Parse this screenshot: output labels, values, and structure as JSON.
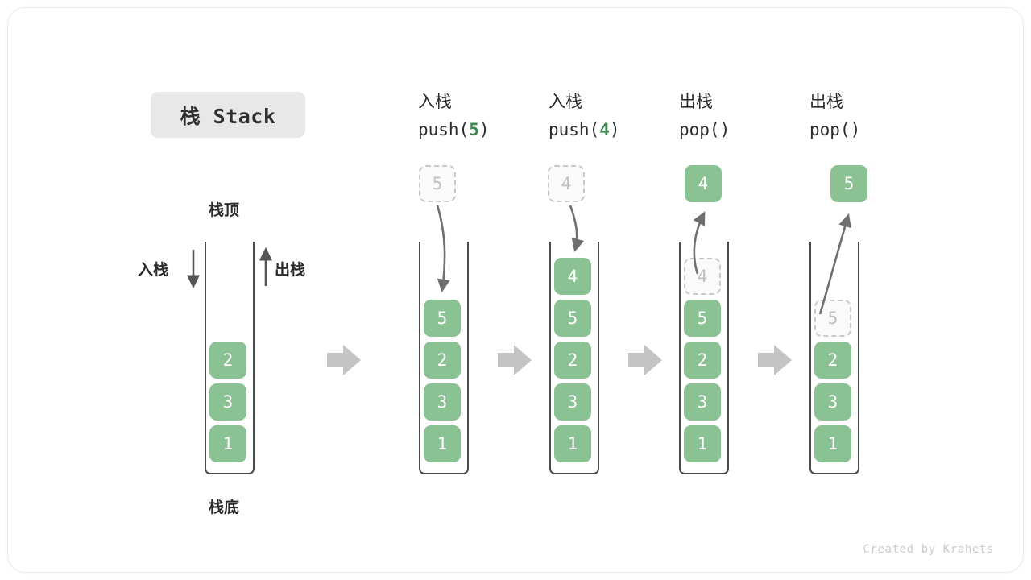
{
  "card": {
    "background": "#ffffff",
    "border_color": "#ebebeb"
  },
  "title": {
    "text": "栈 Stack",
    "background": "#e8e8e8"
  },
  "colors": {
    "cell_fill": "#8bc293",
    "cell_text": "#ffffff",
    "ghost_fill": "#fafafa",
    "ghost_border": "#c9c9c9",
    "ghost_text": "#c0c0c0",
    "accent_green": "#3c8a4e",
    "arrow_gray": "#c4c4c4",
    "stroke_dark": "#4a4a4a",
    "text_dark": "#2b2b2b"
  },
  "annotations": {
    "top_label": "栈顶",
    "bottom_label": "栈底",
    "push_label": "入栈",
    "pop_label": "出栈"
  },
  "steps": [
    {
      "id": "initial",
      "caption_cn": "",
      "caption_code": "",
      "code_prefix": "",
      "code_arg": "",
      "code_suffix": "",
      "stack": [
        "2",
        "3",
        "1"
      ],
      "incoming": null,
      "outgoing": null,
      "ghost_in_stack": null
    },
    {
      "id": "push-5",
      "caption_cn": "入栈",
      "code_prefix": "push(",
      "code_arg": "5",
      "code_suffix": ")",
      "stack": [
        "5",
        "2",
        "3",
        "1"
      ],
      "incoming": "5",
      "outgoing": null,
      "ghost_in_stack": null
    },
    {
      "id": "push-4",
      "caption_cn": "入栈",
      "code_prefix": "push(",
      "code_arg": "4",
      "code_suffix": ")",
      "stack": [
        "4",
        "5",
        "2",
        "3",
        "1"
      ],
      "incoming": "4",
      "outgoing": null,
      "ghost_in_stack": null
    },
    {
      "id": "pop-4",
      "caption_cn": "出栈",
      "code_prefix": "pop(",
      "code_arg": "",
      "code_suffix": ")",
      "stack": [
        "5",
        "2",
        "3",
        "1"
      ],
      "incoming": null,
      "outgoing": "4",
      "ghost_in_stack": "4"
    },
    {
      "id": "pop-5",
      "caption_cn": "出栈",
      "code_prefix": "pop(",
      "code_arg": "",
      "code_suffix": ")",
      "stack": [
        "2",
        "3",
        "1"
      ],
      "incoming": null,
      "outgoing": "5",
      "ghost_in_stack": "5"
    }
  ],
  "credit": "Created by Krahets"
}
